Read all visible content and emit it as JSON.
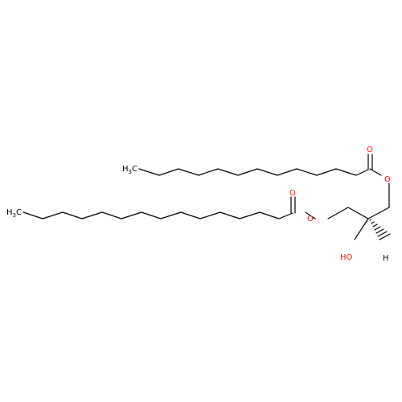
{
  "molecule": {
    "atoms": [
      {
        "id": "methyl_top",
        "element": "C",
        "label_main": "H",
        "label_sub": "3",
        "label_tail": "C",
        "color": "#000000"
      },
      {
        "id": "methyl_bottom",
        "element": "C",
        "label_main": "H",
        "label_sub": "3",
        "label_tail": "C",
        "color": "#000000"
      },
      {
        "id": "O_top_carbonyl",
        "element": "O",
        "label": "O",
        "color": "#ff0d0d"
      },
      {
        "id": "O_top_ester",
        "element": "O",
        "label": "O",
        "color": "#ff0d0d"
      },
      {
        "id": "O_bottom_carbonyl",
        "element": "O",
        "label": "O",
        "color": "#ff0d0d"
      },
      {
        "id": "O_bottom_ester",
        "element": "O",
        "label": "O",
        "color": "#ff0d0d"
      },
      {
        "id": "hydroxyl",
        "element": "O",
        "label": "HO",
        "color": "#ff0d0d"
      },
      {
        "id": "stereo_H",
        "element": "H",
        "label": "H",
        "color": "#000000"
      }
    ],
    "bond_color": "#000000",
    "heteroatom_color": "#ff0d0d"
  }
}
